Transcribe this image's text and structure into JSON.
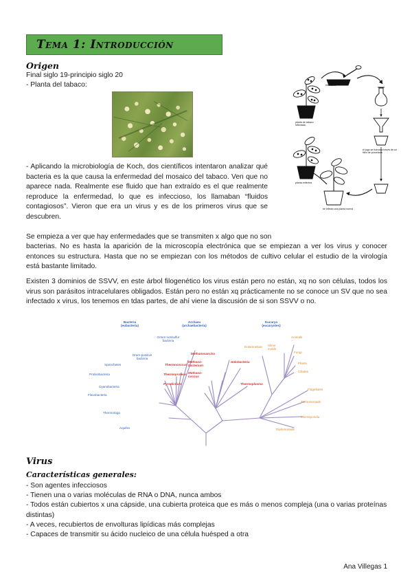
{
  "banner": {
    "title": "Tema 1: Introducción",
    "color": "#5cab4f"
  },
  "sections": {
    "origen": {
      "heading": "Origen",
      "line1": "Final siglo 19-principio siglo 20",
      "line2": "- Planta del tabaco:",
      "para1": "- Aplicando la microbiología de Koch, dos científicos intentaron analizar qué bacteria es la que causa la enfermedad del mosaico del tabaco. Ven que no aparece nada. Realmente ese fluido que han extraído es el que realmente reproduce la enfermedad, lo que es infeccioso, los llamaban “fluidos contagiosos”. Vieron que era un virus y es de los primeros virus que se descubren.",
      "para2_line1": "Se empieza a ver que hay enfermedades que se transmiten x algo que no son",
      "para2_rest": "bacterias. No es hasta la aparición de la microscopía electrónica que se empiezan a ver los virus y conocer entonces su estructura. Hasta que no se empiezan con los métodos de cultivo celular el estudio de la virología está bastante limitado.",
      "para3": "Existen 3 dominios de SSVV, en este árbol filogenético los virus están pero no están, xq no son células, todos los virus son parásitos intracelulares obligados. Están pero no están xq prácticamente no se conoce un SV que no sea infectado x virus, los tenemos en tdas partes, de ahí viene la discusión de si son SSVV o no."
    },
    "virus": {
      "heading": "Virus",
      "subheading": "Características generales:",
      "bullets": [
        "- Son agentes infecciosos",
        "- Tienen una o varias moléculas de RNA o DNA, nunca ambos",
        "- Todos están cubiertos x una cápside, una cubierta proteica que es más o menos compleja (una o varias proteínas distintas)",
        "- A veces, recubiertos de envolturas lipídicas más complejas",
        "- Capaces de  transmitir su ácido nucleico de una célula huésped a otra"
      ]
    }
  },
  "tree": {
    "domains": [
      {
        "name": "Bacteria",
        "sub": "(eubacteria)",
        "color": "#2f5fc4"
      },
      {
        "name": "Archaea",
        "sub": "(archaebacteria)",
        "color": "#2f5fc4"
      },
      {
        "name": "Eucarya",
        "sub": "(eucaryotes)",
        "color": "#2f5fc4"
      }
    ],
    "bacteria": [
      "Green nonsulfur bacteria",
      "Gram-positive bacteria",
      "Spirochetes",
      "Proteobacteria",
      "Cyanobacteria",
      "Flavobacteria",
      "Thermotoga",
      "Aquifex"
    ],
    "archaea": [
      "Methanosarcina",
      "Methano-bacterium",
      "Methano-coccus",
      "Thermococcus",
      "Thermoproteus",
      "Pyrodictium",
      "Halobacteria",
      "Thermoplasma"
    ],
    "eucarya": [
      "Animals",
      "Slime molds",
      "Fungi",
      "Plants",
      "Ciliates",
      "Entamoebae",
      "Flagellates",
      "Trichomonads",
      "Microsporidia",
      "Diplomonads"
    ],
    "colors": {
      "bacteria": "#2f5fc4",
      "archaea": "#e03030",
      "eucarya": "#e58a2a",
      "branch": "#9b8ac4"
    }
  },
  "experiment": {
    "captions": [
      "trituración",
      "planta de tabaco infectada",
      "el jugo se fuerza a través de un filtro de porcelana",
      "se infecta una planta nueva",
      "planta enferma"
    ]
  },
  "footer": "Ana Villegas  1"
}
